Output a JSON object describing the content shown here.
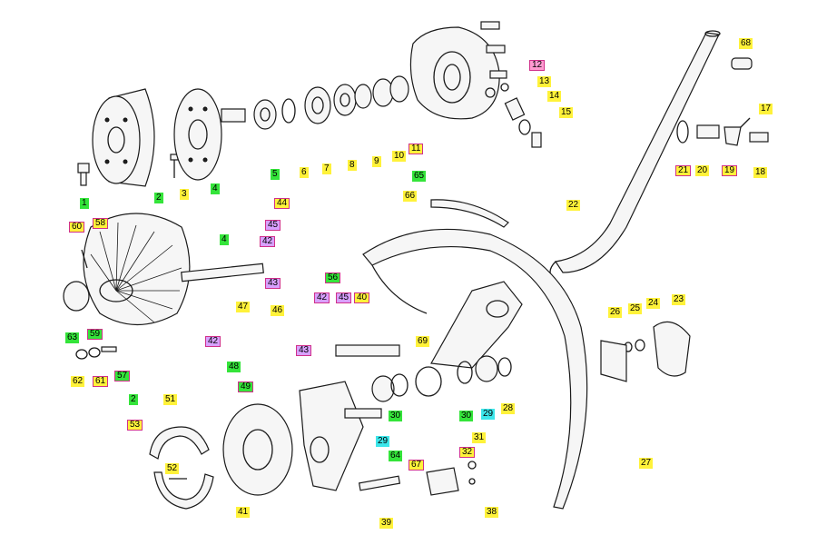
{
  "colors": {
    "yellow": "#fff23a",
    "green": "#34e43a",
    "cyan": "#3ce6ea",
    "purple": "#d8a0ff",
    "pink": "#ff9ad0",
    "box_border": "#d0308a"
  },
  "labels": [
    {
      "id": "l1",
      "text": "1",
      "color": "green",
      "boxed": false
    },
    {
      "id": "l2a",
      "text": "2",
      "color": "green",
      "boxed": false
    },
    {
      "id": "l3",
      "text": "3",
      "color": "yellow",
      "boxed": false
    },
    {
      "id": "l4a",
      "text": "4",
      "color": "green",
      "boxed": false
    },
    {
      "id": "l5",
      "text": "5",
      "color": "green",
      "boxed": false
    },
    {
      "id": "l6",
      "text": "6",
      "color": "yellow",
      "boxed": false
    },
    {
      "id": "l7",
      "text": "7",
      "color": "yellow",
      "boxed": false
    },
    {
      "id": "l8",
      "text": "8",
      "color": "yellow",
      "boxed": false
    },
    {
      "id": "l9",
      "text": "9",
      "color": "yellow",
      "boxed": false
    },
    {
      "id": "l10",
      "text": "10",
      "color": "yellow",
      "boxed": false
    },
    {
      "id": "l11",
      "text": "11",
      "color": "yellow",
      "boxed": true
    },
    {
      "id": "l12",
      "text": "12",
      "color": "pink",
      "boxed": true
    },
    {
      "id": "l13",
      "text": "13",
      "color": "yellow",
      "boxed": false
    },
    {
      "id": "l14",
      "text": "14",
      "color": "yellow",
      "boxed": false
    },
    {
      "id": "l15",
      "text": "15",
      "color": "yellow",
      "boxed": false
    },
    {
      "id": "l17",
      "text": "17",
      "color": "yellow",
      "boxed": false
    },
    {
      "id": "l18",
      "text": "18",
      "color": "yellow",
      "boxed": false
    },
    {
      "id": "l19",
      "text": "19",
      "color": "yellow",
      "boxed": true
    },
    {
      "id": "l20",
      "text": "20",
      "color": "yellow",
      "boxed": false
    },
    {
      "id": "l21",
      "text": "21",
      "color": "yellow",
      "boxed": true
    },
    {
      "id": "l22",
      "text": "22",
      "color": "yellow",
      "boxed": false
    },
    {
      "id": "l68",
      "text": "68",
      "color": "yellow",
      "boxed": false
    },
    {
      "id": "l65",
      "text": "65",
      "color": "green",
      "boxed": false
    },
    {
      "id": "l66",
      "text": "66",
      "color": "yellow",
      "boxed": false
    },
    {
      "id": "l44",
      "text": "44",
      "color": "yellow",
      "boxed": true
    },
    {
      "id": "l45",
      "text": "45",
      "color": "purple",
      "boxed": true
    },
    {
      "id": "l42a",
      "text": "42",
      "color": "purple",
      "boxed": true
    },
    {
      "id": "l43a",
      "text": "43",
      "color": "purple",
      "boxed": true
    },
    {
      "id": "l4b",
      "text": "4",
      "color": "green",
      "boxed": false
    },
    {
      "id": "l60",
      "text": "60",
      "color": "yellow",
      "boxed": true
    },
    {
      "id": "l58",
      "text": "58",
      "color": "yellow",
      "boxed": true
    },
    {
      "id": "l63",
      "text": "63",
      "color": "green",
      "boxed": false
    },
    {
      "id": "l59",
      "text": "59",
      "color": "green",
      "boxed": true
    },
    {
      "id": "l57",
      "text": "57",
      "color": "green",
      "boxed": true
    },
    {
      "id": "l62",
      "text": "62",
      "color": "yellow",
      "boxed": false
    },
    {
      "id": "l61",
      "text": "61",
      "color": "yellow",
      "boxed": true
    },
    {
      "id": "l2b",
      "text": "2",
      "color": "green",
      "boxed": false
    },
    {
      "id": "l47",
      "text": "47",
      "color": "yellow",
      "boxed": false
    },
    {
      "id": "l46",
      "text": "46",
      "color": "yellow",
      "boxed": false
    },
    {
      "id": "l42b",
      "text": "42",
      "color": "purple",
      "boxed": true
    },
    {
      "id": "l56",
      "text": "56",
      "color": "green",
      "boxed": true
    },
    {
      "id": "l42c",
      "text": "42",
      "color": "purple",
      "boxed": true
    },
    {
      "id": "l45b",
      "text": "45",
      "color": "purple",
      "boxed": true
    },
    {
      "id": "l40",
      "text": "40",
      "color": "yellow",
      "boxed": true
    },
    {
      "id": "l43b",
      "text": "43",
      "color": "purple",
      "boxed": true
    },
    {
      "id": "l69",
      "text": "69",
      "color": "yellow",
      "boxed": false
    },
    {
      "id": "l48",
      "text": "48",
      "color": "green",
      "boxed": false
    },
    {
      "id": "l49",
      "text": "49",
      "color": "green",
      "boxed": true
    },
    {
      "id": "l51",
      "text": "51",
      "color": "yellow",
      "boxed": false
    },
    {
      "id": "l53",
      "text": "53",
      "color": "yellow",
      "boxed": true
    },
    {
      "id": "l52",
      "text": "52",
      "color": "yellow",
      "boxed": false
    },
    {
      "id": "l41",
      "text": "41",
      "color": "yellow",
      "boxed": false
    },
    {
      "id": "l26",
      "text": "26",
      "color": "yellow",
      "boxed": false
    },
    {
      "id": "l25",
      "text": "25",
      "color": "yellow",
      "boxed": false
    },
    {
      "id": "l24",
      "text": "24",
      "color": "yellow",
      "boxed": false
    },
    {
      "id": "l23",
      "text": "23",
      "color": "yellow",
      "boxed": false
    },
    {
      "id": "l28",
      "text": "28",
      "color": "yellow",
      "boxed": false
    },
    {
      "id": "l29a",
      "text": "29",
      "color": "cyan",
      "boxed": false
    },
    {
      "id": "l30a",
      "text": "30",
      "color": "green",
      "boxed": false
    },
    {
      "id": "l30b",
      "text": "30",
      "color": "green",
      "boxed": false
    },
    {
      "id": "l29b",
      "text": "29",
      "color": "cyan",
      "boxed": false
    },
    {
      "id": "l31",
      "text": "31",
      "color": "yellow",
      "boxed": false
    },
    {
      "id": "l32",
      "text": "32",
      "color": "yellow",
      "boxed": true
    },
    {
      "id": "l64",
      "text": "64",
      "color": "green",
      "boxed": false
    },
    {
      "id": "l67",
      "text": "67",
      "color": "yellow",
      "boxed": true
    },
    {
      "id": "l27",
      "text": "27",
      "color": "yellow",
      "boxed": false
    },
    {
      "id": "l38",
      "text": "38",
      "color": "yellow",
      "boxed": false
    },
    {
      "id": "l39",
      "text": "39",
      "color": "yellow",
      "boxed": false
    }
  ]
}
